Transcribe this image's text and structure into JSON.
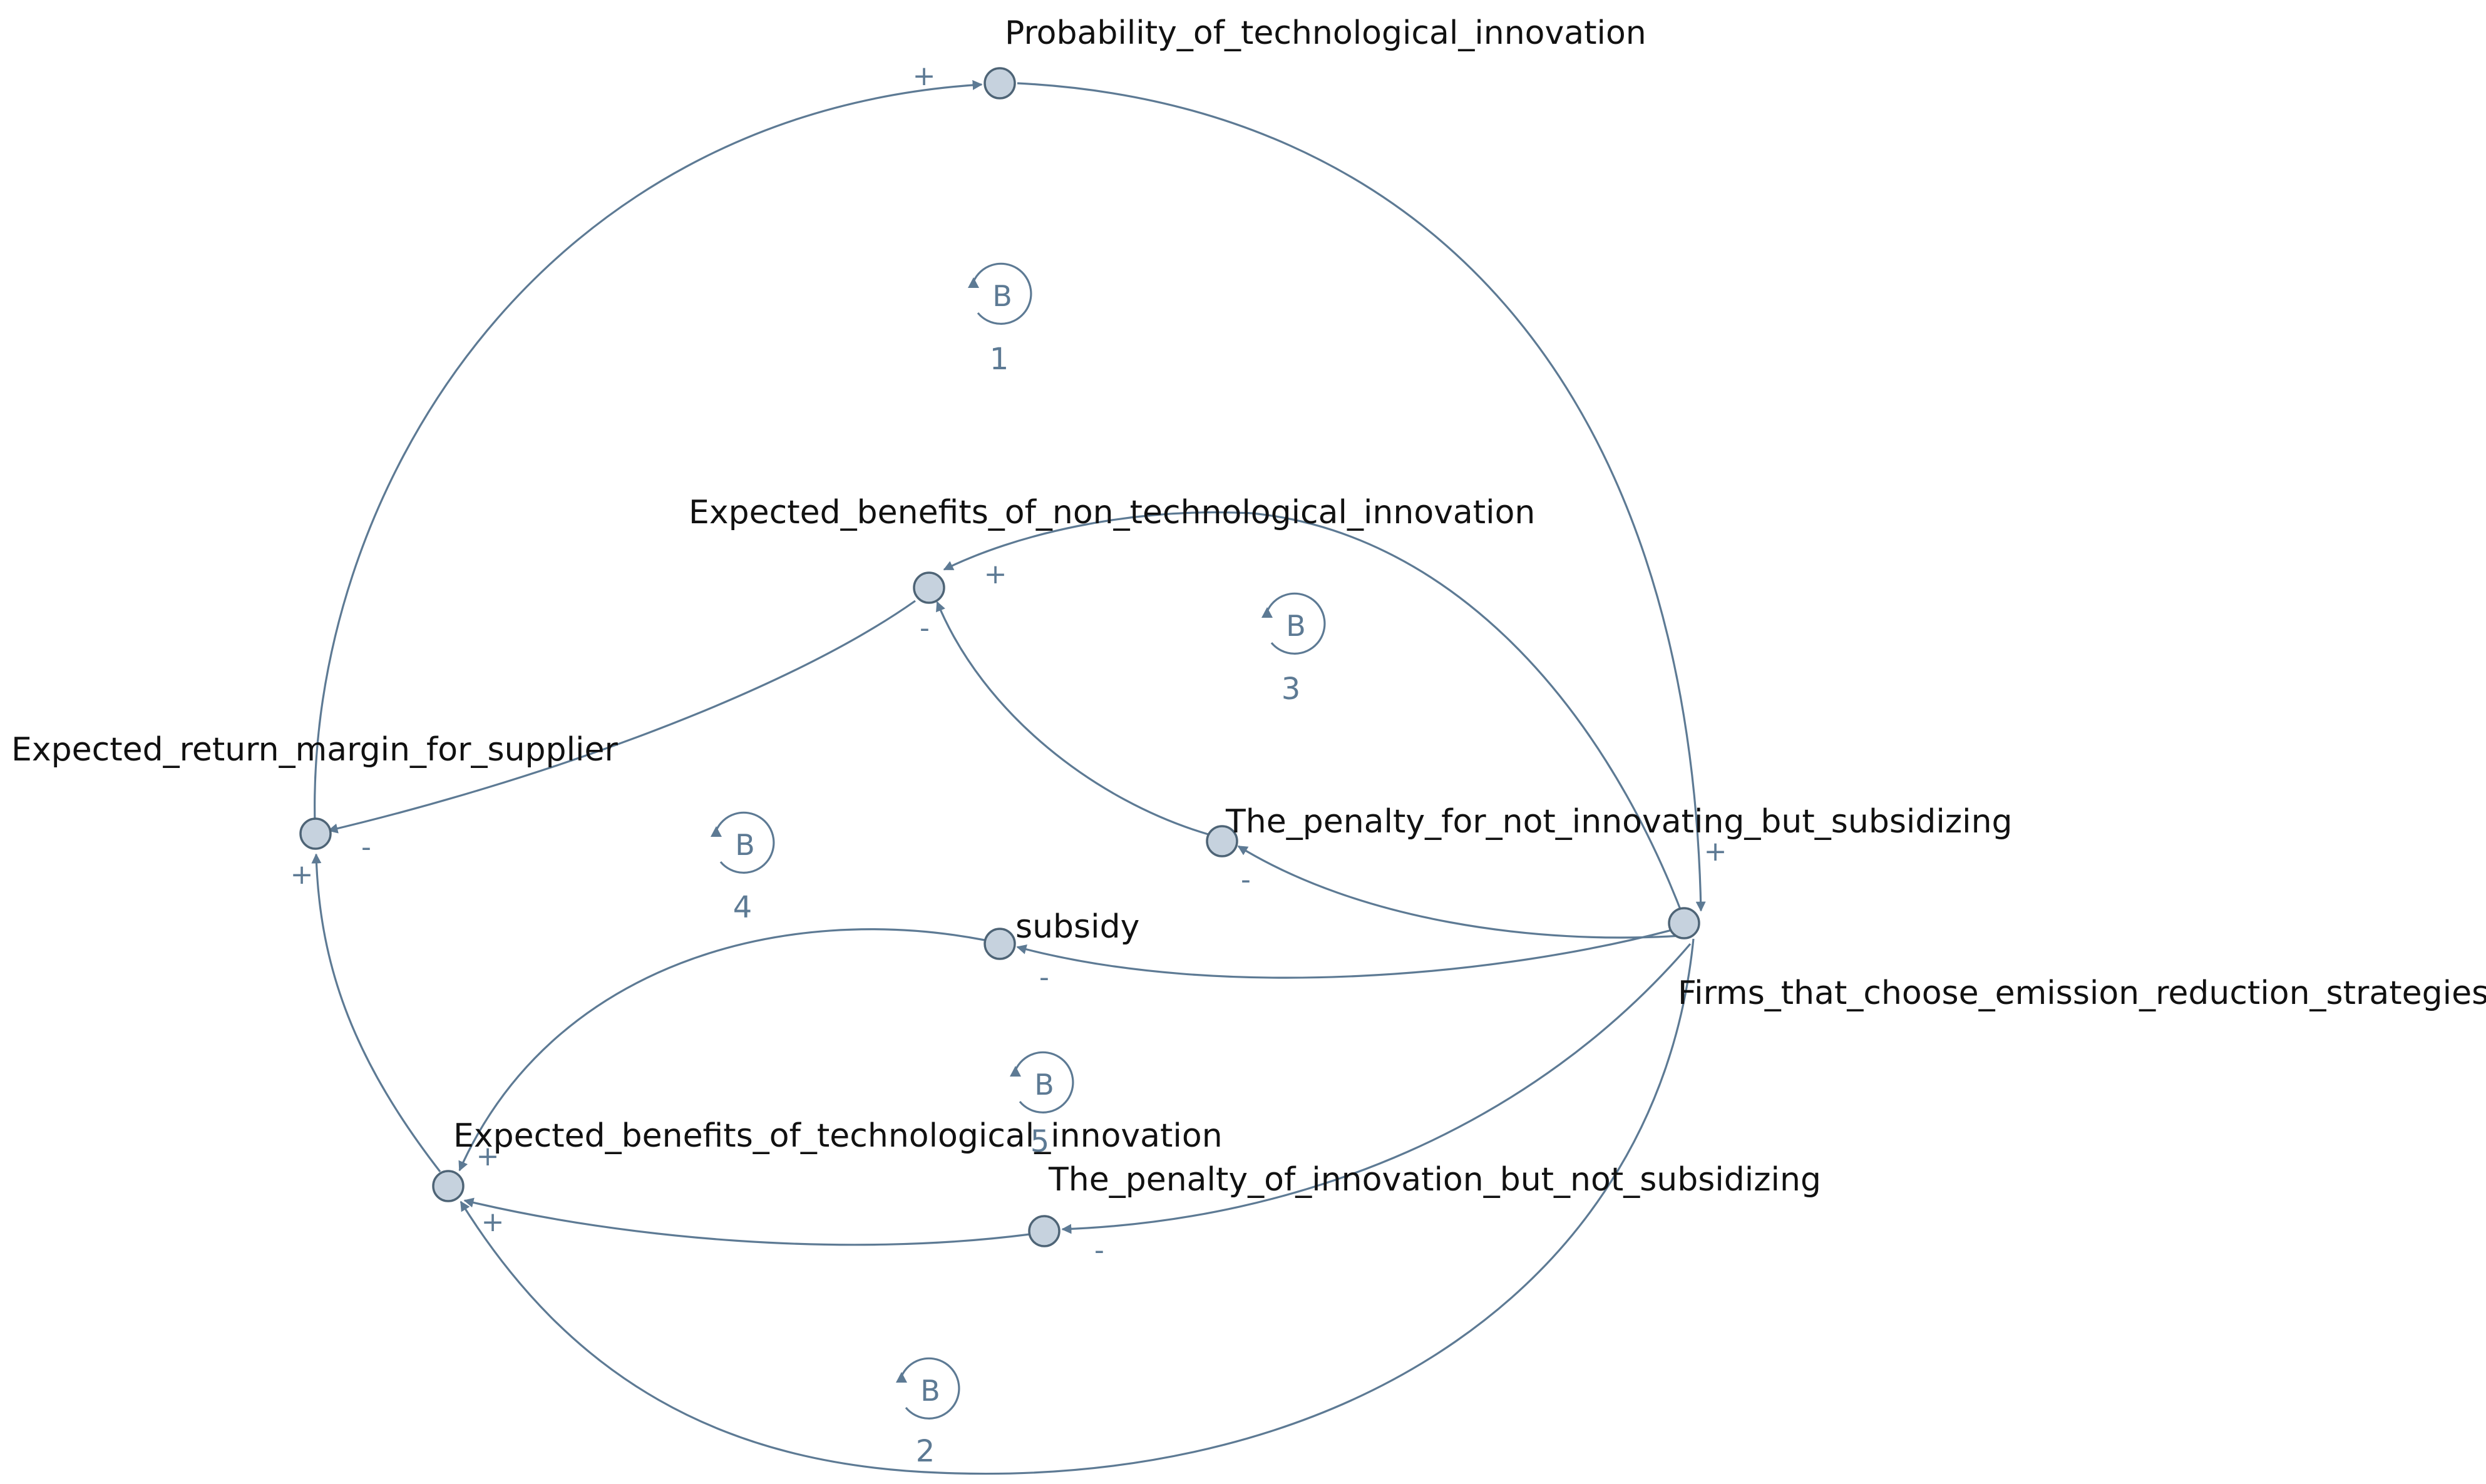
{
  "colors": {
    "edge": "#5d7a94",
    "node_fill": "#c6d2de",
    "node_stroke": "#4e6476",
    "label": "#111111"
  },
  "variables": {
    "prob": "Probability_of_technological_innovation",
    "ebnti": "Expected_benefits_of_non_technological_innovation",
    "ermfs": "Expected_return_margin_for_supplier",
    "pnis": "The_penalty_for_not_innovating_but_subsidizing",
    "subsidy": "subsidy",
    "fcers": "Firms_that_choose_emission_reduction_strategies",
    "ebti": "Expected_benefits_of_technological_innovation",
    "pins": "The_penalty_of_innovation_but_not_subsidizing"
  },
  "links": [
    {
      "from": "Expected_return_margin_for_supplier",
      "to": "Probability_of_technological_innovation",
      "polarity": "+"
    },
    {
      "from": "Probability_of_technological_innovation",
      "to": "Firms_that_choose_emission_reduction_strategies",
      "polarity": "+"
    },
    {
      "from": "Firms_that_choose_emission_reduction_strategies",
      "to": "Expected_benefits_of_non_technological_innovation",
      "polarity": "+"
    },
    {
      "from": "Expected_benefits_of_non_technological_innovation",
      "to": "Expected_return_margin_for_supplier",
      "polarity": "-"
    },
    {
      "from": "The_penalty_for_not_innovating_but_subsidizing",
      "to": "Expected_benefits_of_non_technological_innovation",
      "polarity": "-"
    },
    {
      "from": "Firms_that_choose_emission_reduction_strategies",
      "to": "The_penalty_for_not_innovating_but_subsidizing",
      "polarity": "-"
    },
    {
      "from": "Firms_that_choose_emission_reduction_strategies",
      "to": "subsidy",
      "polarity": "-"
    },
    {
      "from": "subsidy",
      "to": "Expected_benefits_of_technological_innovation",
      "polarity": "+"
    },
    {
      "from": "Firms_that_choose_emission_reduction_strategies",
      "to": "The_penalty_of_innovation_but_not_subsidizing",
      "polarity": "-"
    },
    {
      "from": "The_penalty_of_innovation_but_not_subsidizing",
      "to": "Expected_benefits_of_technological_innovation",
      "polarity": "+"
    },
    {
      "from": "Firms_that_choose_emission_reduction_strategies",
      "to": "Expected_benefits_of_technological_innovation",
      "polarity": ""
    },
    {
      "from": "Expected_benefits_of_technological_innovation",
      "to": "Expected_return_margin_for_supplier",
      "polarity": "+"
    }
  ],
  "loops": [
    {
      "type": "B",
      "number": "1"
    },
    {
      "type": "B",
      "number": "2"
    },
    {
      "type": "B",
      "number": "3"
    },
    {
      "type": "B",
      "number": "4"
    },
    {
      "type": "B",
      "number": "5"
    }
  ]
}
